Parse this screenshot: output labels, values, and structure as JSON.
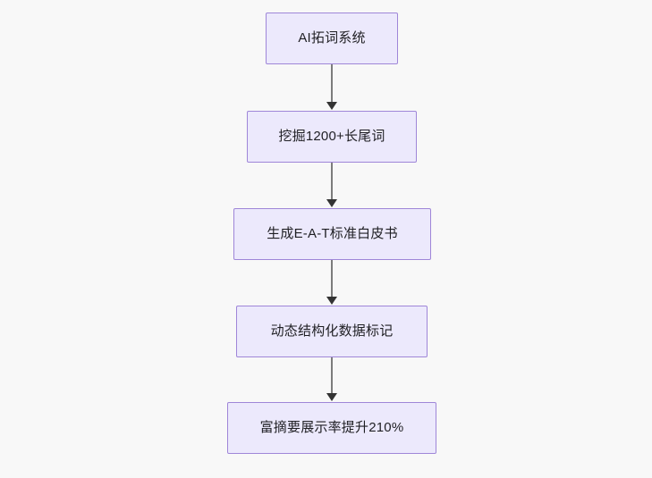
{
  "diagram": {
    "type": "flowchart",
    "direction": "top-to-bottom",
    "background_color": "#f8f8f8",
    "node_fill_color": "#ece9fc",
    "node_border_color": "#9f86d8",
    "connector_color": "#7c7c7c",
    "arrowhead_color": "#333333",
    "text_color": "#1f1f23",
    "nodes": [
      {
        "id": "node-0",
        "label": "AI拓词系统"
      },
      {
        "id": "node-1",
        "label": "挖掘1200+长尾词"
      },
      {
        "id": "node-2",
        "label": "生成E-A-T标准白皮书"
      },
      {
        "id": "node-3",
        "label": "动态结构化数据标记"
      },
      {
        "id": "node-4",
        "label": "富摘要展示率提升210%"
      }
    ],
    "edges": [
      {
        "id": "edge-0",
        "from": "node-0",
        "to": "node-1",
        "label": ""
      },
      {
        "id": "edge-1",
        "from": "node-1",
        "to": "node-2",
        "label": ""
      },
      {
        "id": "edge-2",
        "from": "node-2",
        "to": "node-3",
        "label": ""
      },
      {
        "id": "edge-3",
        "from": "node-3",
        "to": "node-4",
        "label": ""
      }
    ]
  }
}
